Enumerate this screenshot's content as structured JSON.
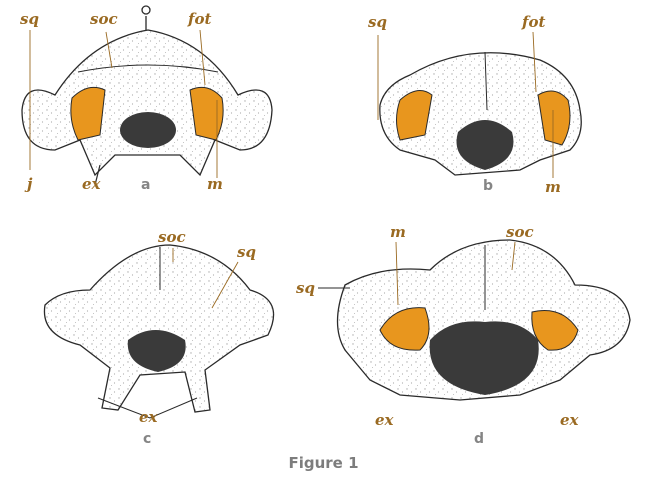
{
  "colors": {
    "highlight": "#e8961e",
    "outline": "#2a2a2a",
    "dark_fill": "#3a3a3a",
    "label_color": "#9a6a22",
    "caption_color": "#7d7d7d"
  },
  "labels": {
    "a_sq": "sq",
    "a_soc": "soc",
    "a_fot": "fot",
    "a_j": "j",
    "a_ex": "ex",
    "a_m": "m",
    "b_sq": "sq",
    "b_fot": "fot",
    "b_m": "m",
    "c_soc": "soc",
    "c_sq": "sq",
    "c_ex": "ex",
    "d_m": "m",
    "d_soc": "soc",
    "d_sq": "sq",
    "d_ex_left": "ex",
    "d_ex_right": "ex"
  },
  "panels": {
    "a": "a",
    "b": "b",
    "c": "c",
    "d": "d"
  },
  "caption": "Figure 1"
}
